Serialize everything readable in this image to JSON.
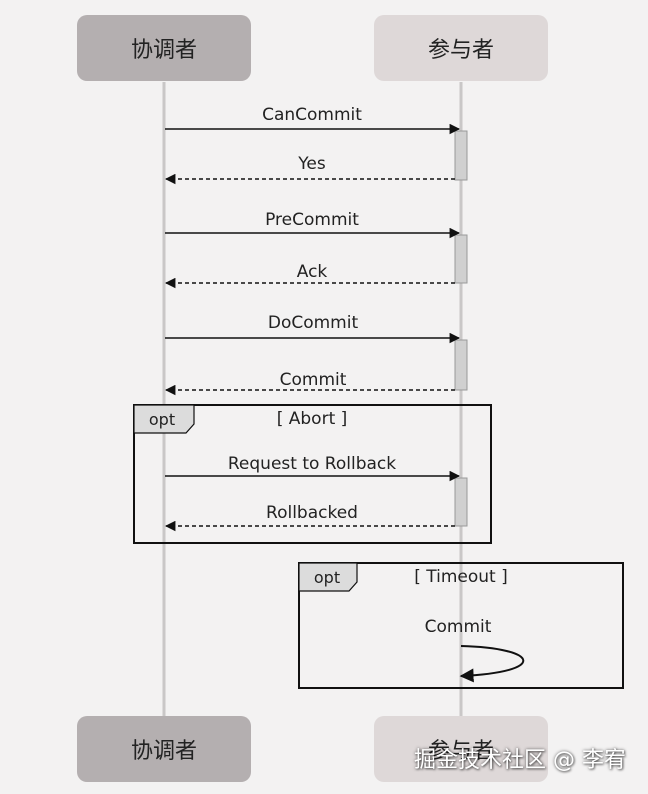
{
  "participants": {
    "coordinator": "协调者",
    "participant": "参与者"
  },
  "messages": [
    {
      "label": "CanCommit",
      "direction": "request"
    },
    {
      "label": "Yes",
      "direction": "reply"
    },
    {
      "label": "PreCommit",
      "direction": "request"
    },
    {
      "label": "Ack",
      "direction": "reply"
    },
    {
      "label": "DoCommit",
      "direction": "request"
    },
    {
      "label": "Commit",
      "direction": "reply"
    },
    {
      "label": "Request to Rollback",
      "direction": "request"
    },
    {
      "label": "Rollbacked",
      "direction": "reply"
    }
  ],
  "fragments": {
    "abort": {
      "tag": "opt",
      "guard": "[ Abort ]"
    },
    "timeout": {
      "tag": "opt",
      "guard": "[ Timeout ]",
      "self_message": "Commit"
    }
  },
  "watermark": "掘金技术社区 @ 李宥",
  "colors": {
    "coordinator_box": "#b4afb0",
    "participant_box": "#ded8d8",
    "lifeline": "#c9c7c7",
    "activation": "#d0d0d0"
  }
}
